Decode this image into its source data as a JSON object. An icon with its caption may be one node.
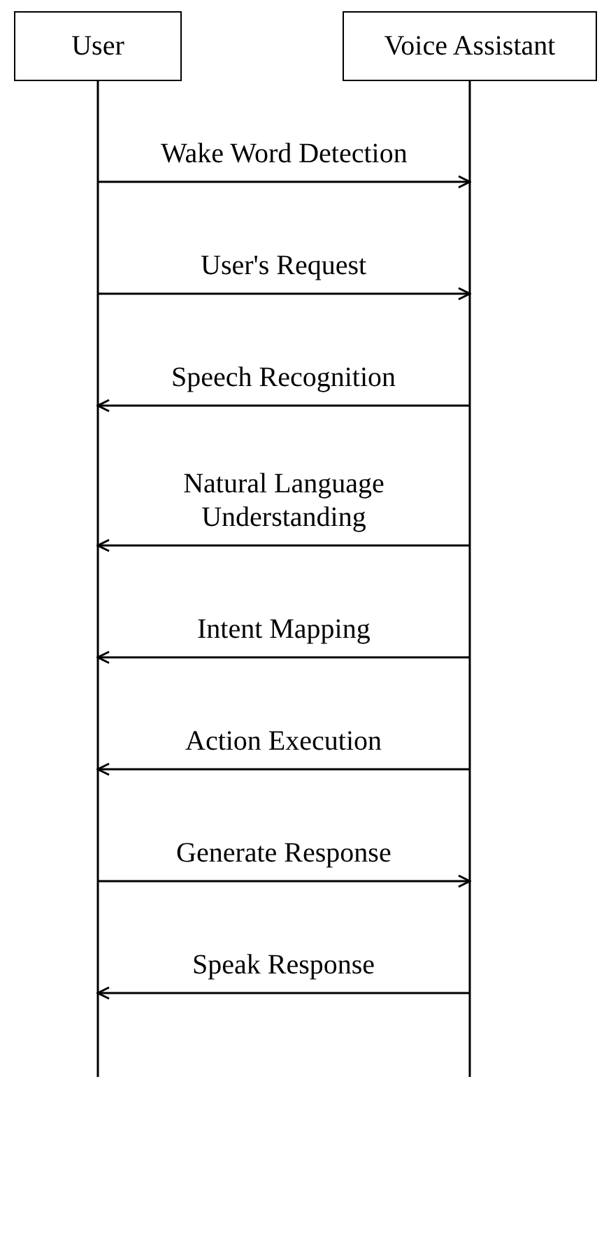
{
  "diagram": {
    "nodes": [
      {
        "text": [
          "User"
        ]
      },
      {
        "text": [
          "Voice Assistant"
        ]
      }
    ],
    "edges": [
      {
        "from": 0,
        "to": 1,
        "arrow": "to",
        "label": "Wake Word Detection"
      },
      {
        "from": 0,
        "to": 1,
        "arrow": "to",
        "label": "User's Request"
      },
      {
        "from": 1,
        "to": 0,
        "arrow": "to",
        "label": "Speech Recognition"
      },
      {
        "from": 1,
        "to": 0,
        "arrow": "to",
        "label": "Natural Language Understanding"
      },
      {
        "from": 1,
        "to": 0,
        "arrow": "to",
        "label": "Intent Mapping"
      },
      {
        "from": 1,
        "to": 0,
        "arrow": "to",
        "label": "Action Execution"
      },
      {
        "from": 0,
        "to": 1,
        "arrow": "to",
        "label": "Generate Response"
      },
      {
        "from": 1,
        "to": 0,
        "arrow": "to",
        "label": "Speak Response"
      }
    ]
  }
}
